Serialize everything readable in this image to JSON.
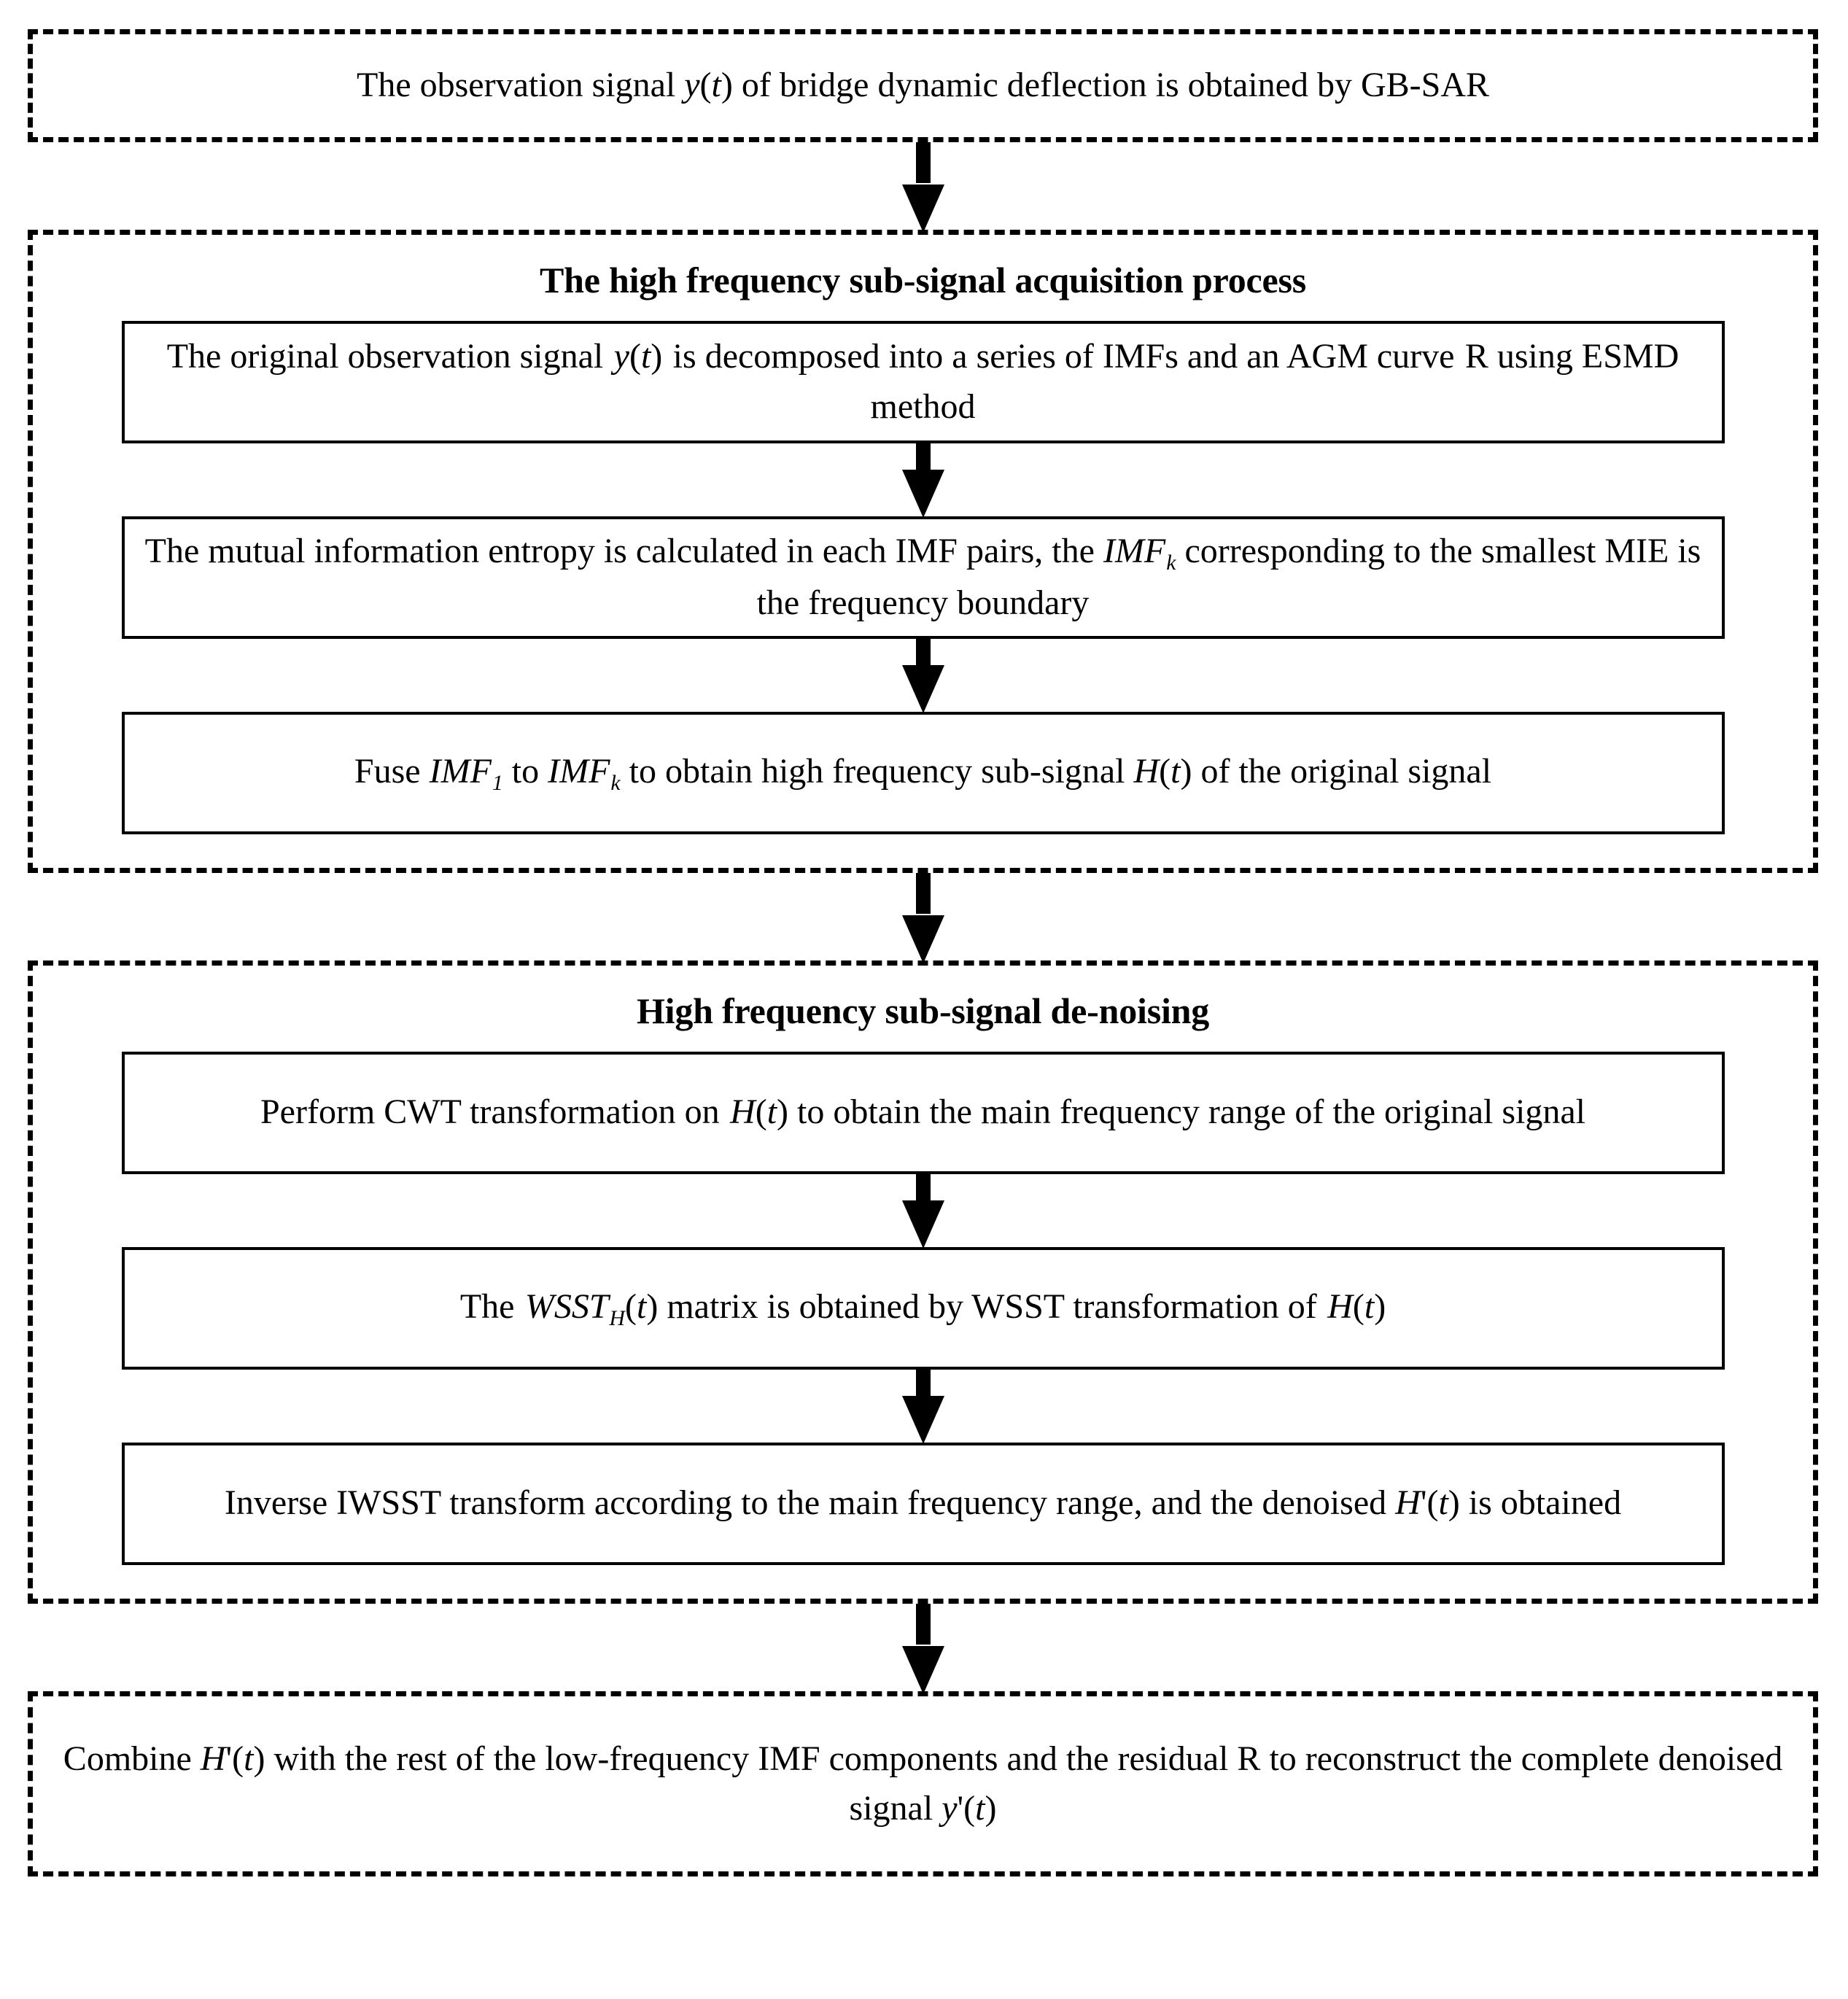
{
  "diagram": {
    "type": "flowchart",
    "title": "GB-SAR bridge dynamic deflection denoising workflow",
    "orientation": "vertical-top-to-bottom",
    "arrow_count": 7,
    "colors": {
      "stroke": "#000000",
      "background": "#ffffff",
      "group_border_style": "dashed",
      "box_border_style": "solid"
    }
  },
  "blocks": {
    "input": {
      "kind": "dashed-group-plain",
      "text_parts": {
        "a": "The observation signal ",
        "var1": "y",
        "paren1": "(",
        "var2": "t",
        "paren2": ")",
        "b": " of bridge dynamic deflection is obtained by GB-SAR"
      },
      "plain_text": "The observation signal y(t) of bridge dynamic deflection is obtained by GB-SAR"
    },
    "section1": {
      "kind": "dashed-group",
      "title": "The high frequency sub-signal acquisition process",
      "steps": [
        {
          "id": "s1-step1",
          "plain_text": "The original observation signal  y(t)  is decomposed into a series of IMFs and an AGM curve  R using ESMD method",
          "parts": {
            "a": "The original observation signal",
            "var1": "y",
            "paren1": "(",
            "var2": "t",
            "paren2": ")",
            "b": "is decomposed into a series of IMFs and an AGM curve",
            "c": "R using ESMD method"
          }
        },
        {
          "id": "s1-step2",
          "plain_text": "The mutual information entropy is calculated in each IMF pairs, the IMFk corresponding to the smallest MIE is the frequency boundary",
          "parts": {
            "a": "The mutual information entropy is calculated in each IMF pairs, the ",
            "imf": "IMF",
            "sub": "k",
            "b": " corresponding to the smallest MIE is the frequency boundary"
          }
        },
        {
          "id": "s1-step3",
          "plain_text": "Fuse IMF1 to IMFk to obtain high frequency sub-signal H(t) of the original signal",
          "parts": {
            "a": "Fuse ",
            "imf1": "IMF",
            "sub1": "1",
            "b": " to ",
            "imf2": "IMF",
            "sub2": "k",
            "c": " to obtain high frequency sub-signal ",
            "varH": "H",
            "paren1": "(",
            "vart": "t",
            "paren2": ")",
            "d": " of the original signal"
          }
        }
      ]
    },
    "section2": {
      "kind": "dashed-group",
      "title": "High frequency sub-signal de-noising",
      "steps": [
        {
          "id": "s2-step1",
          "plain_text": "Perform CWT transformation on H(t) to obtain the main frequency range of the original signal",
          "parts": {
            "a": "Perform CWT transformation on",
            "varH": "H",
            "paren1": "(",
            "vart": "t",
            "paren2": ")",
            "b": " to obtain the main frequency range of the original signal"
          }
        },
        {
          "id": "s2-step2",
          "plain_text": "The WSSTH(t) matrix is obtained by WSST transformation of H(t)",
          "parts": {
            "a": "The",
            "wsst": "WSST",
            "sub": "H",
            "paren1": "(",
            "vart": "t",
            "paren2": ")",
            "b": " matrix is obtained by WSST transformation of",
            "varH": "H",
            "paren3": "(",
            "vart2": "t",
            "paren4": ")"
          }
        },
        {
          "id": "s2-step3",
          "plain_text": "Inverse IWSST transform according to the main frequency range, and the denoised H'(t) is obtained",
          "parts": {
            "a": "Inverse IWSST transform according to the main frequency range, and the denoised ",
            "varH": "H",
            "prime": "'",
            "paren1": "(",
            "vart": "t",
            "paren2": ")",
            "b": " is obtained"
          }
        }
      ]
    },
    "output": {
      "kind": "dashed-group-plain",
      "plain_text": "Combine H'(t) with the rest of the low-frequency IMF components and the residual R to reconstruct the complete denoised signal y'(t)",
      "parts": {
        "a": "Combine ",
        "varH": "H",
        "primeH": "'",
        "parenH1": "(",
        "vartH": "t",
        "parenH2": ")",
        "b": " with the rest of the low-frequency IMF components and the residual R to reconstruct the complete denoised signal ",
        "vary": "y",
        "primey": "'",
        "pareny1": "(",
        "varty": "t",
        "pareny2": ")"
      }
    }
  }
}
